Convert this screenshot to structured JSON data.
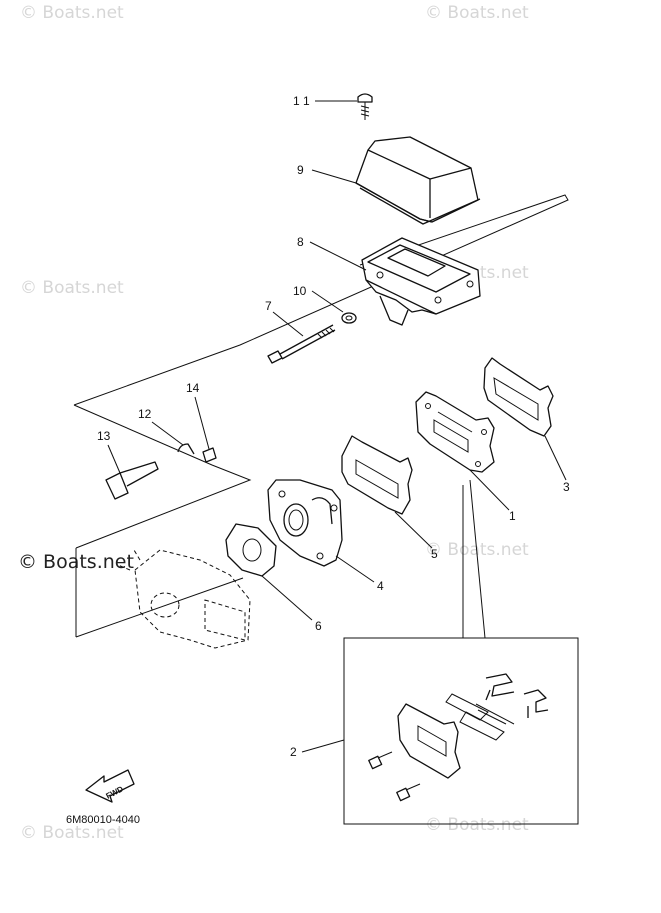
{
  "watermarks": [
    "© Boats.net",
    "© Boats.net",
    "© Boats.net",
    "© Boats.net",
    "© Boats.net",
    "© Boats.net",
    "© Boats.net",
    "© Boats.net"
  ],
  "watermark_main": "© Boats.net",
  "callouts": {
    "c11": "1 1",
    "c9": "9",
    "c8": "8",
    "c10": "10",
    "c7": "7",
    "c14": "14",
    "c12": "12",
    "c13": "13",
    "c3": "3",
    "c1": "1",
    "c5": "5",
    "c4": "4",
    "c6": "6",
    "c2": "2"
  },
  "fwd_label": "FWD",
  "diagram_code": "6M80010-4040"
}
